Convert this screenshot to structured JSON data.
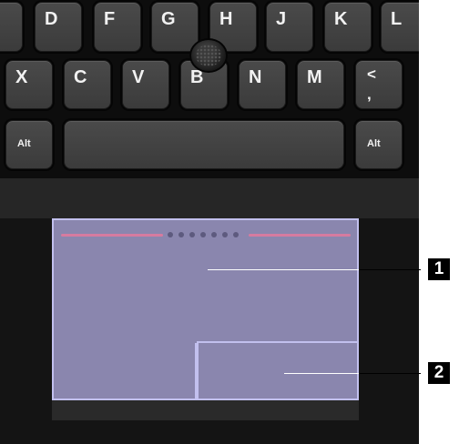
{
  "keyboard": {
    "row1": [
      "D",
      "F",
      "G",
      "H",
      "J",
      "K",
      "L"
    ],
    "row2": [
      "X",
      "C",
      "V",
      "B",
      "N",
      "M"
    ],
    "row2_extra": {
      "top": "<",
      "bottom": ","
    },
    "row3": {
      "left_alt": "Alt",
      "right_alt": "Alt"
    }
  },
  "callouts": [
    "1",
    "2"
  ],
  "colors": {
    "touchpad_zone": "#8a86ae",
    "touchpad_border": "#c2c0ee",
    "touchpad_stripe": "#d67ba0",
    "key_face": "#444444"
  },
  "icons": {
    "trackpoint": "trackpoint-icon"
  }
}
